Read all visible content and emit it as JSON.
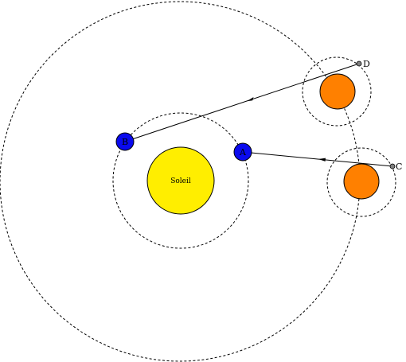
{
  "labels": {
    "sun": "Soleil",
    "earth_a": "A",
    "earth_b": "B",
    "star_c": "C",
    "star_d": "D"
  },
  "colors": {
    "sun": "#ffee00",
    "earth": "#0a0aee",
    "planet": "#ff8000",
    "star": "#7f7f7f",
    "line": "#000000"
  }
}
